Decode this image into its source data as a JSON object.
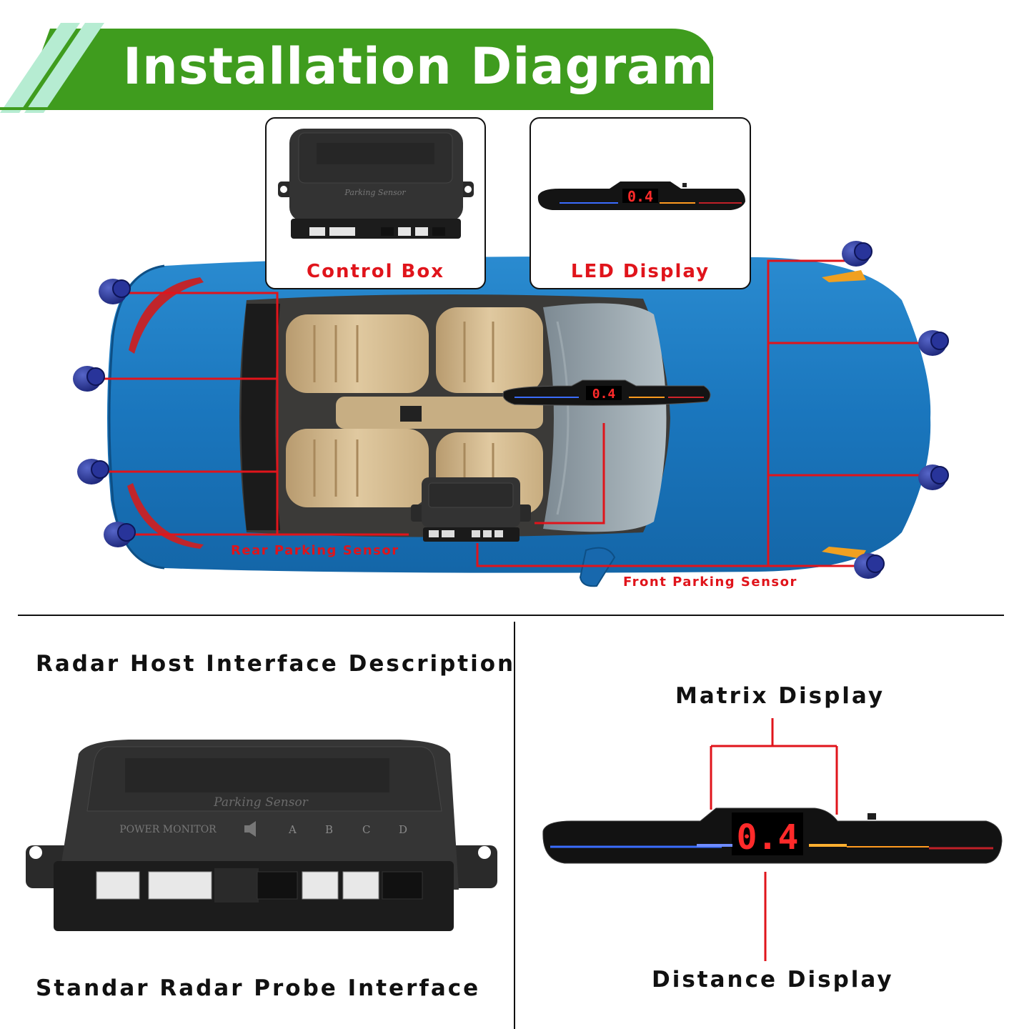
{
  "header": {
    "title": "Installation Diagram"
  },
  "thumbnails": {
    "control_box": "Control Box",
    "led_display": "LED Display"
  },
  "led": {
    "reading": "0.4"
  },
  "car_labels": {
    "rear": "Rear Parking Sensor",
    "front": "Front Parking Sensor"
  },
  "left_panel": {
    "title": "Radar Host Interface Description",
    "footer": "Standar Radar Probe Interface",
    "box_brand": "Parking Sensor",
    "power_monitor": "POWER MONITOR",
    "ports": [
      "A",
      "B",
      "C",
      "D"
    ]
  },
  "right_panel": {
    "top_label": "Matrix Display",
    "bottom_label": "Distance Display"
  },
  "colors": {
    "banner_green": "#3f9c1e",
    "stripe_mint": "#b6ecd2",
    "car_blue": "#1c7fc4",
    "sensor_blue": "#1f2a8c",
    "wire_red": "#e0141b",
    "led_red": "#ff2a2a"
  },
  "icons": [
    "speaker-icon"
  ]
}
